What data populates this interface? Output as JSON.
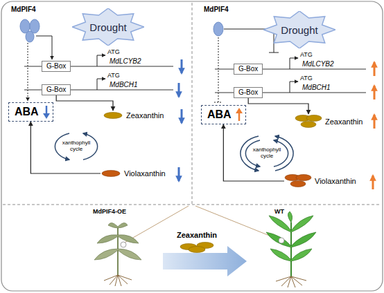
{
  "diagram": {
    "nodes": [
      {
        "text": [
          "Drought"
        ]
      },
      {
        "text": [
          "G-Box"
        ]
      },
      {
        "text": [
          "G-Box"
        ]
      },
      {
        "text": [
          "ABA"
        ]
      },
      {
        "text": [
          "Zeaxanthin"
        ]
      },
      {
        "text": [
          "Violaxanthin"
        ]
      },
      {
        "text": [
          "Drought"
        ]
      },
      {
        "text": [
          "G-Box"
        ]
      },
      {
        "text": [
          "G-Box"
        ]
      },
      {
        "text": [
          "ABA"
        ]
      },
      {
        "text": [
          "Zeaxanthin"
        ]
      },
      {
        "text": [
          "Violaxanthin"
        ]
      }
    ],
    "edges": [
      {
        "from": 2,
        "to": 4,
        "arrow": "to"
      },
      {
        "from": 5,
        "to": 3,
        "arrow": "to"
      },
      {
        "from": 8,
        "to": 10,
        "arrow": "to"
      },
      {
        "from": 11,
        "to": 9,
        "arrow": "to"
      }
    ],
    "labels": [
      "MdPIF4",
      "ATG",
      "MdLCYB2",
      "ATG",
      "MdBCH1",
      "xanthophyll cycle",
      "MdPIF4",
      "ATG",
      "MdLCYB2",
      "ATG",
      "MdBCH1",
      "xanthophyll cycle",
      "MdPIF4-OE",
      "Zeaxanthin",
      "WT"
    ]
  }
}
